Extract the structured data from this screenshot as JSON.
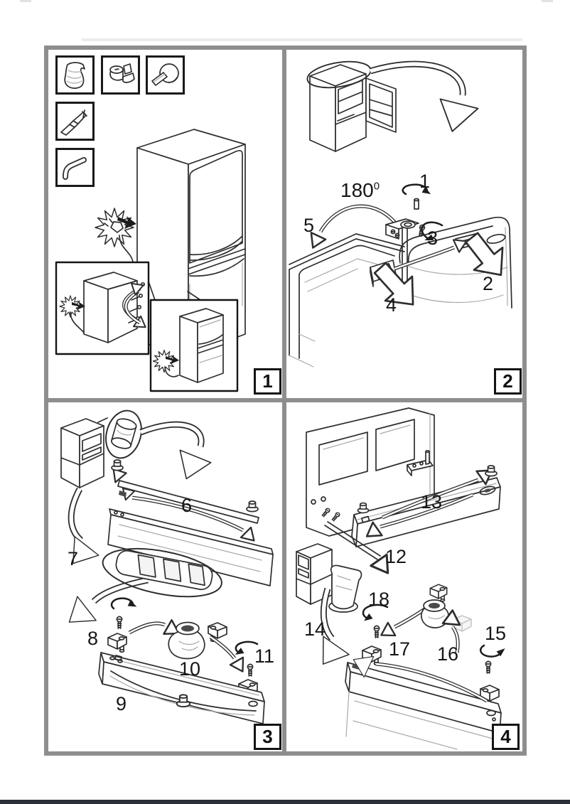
{
  "page": {
    "background": "#ffffff",
    "frame_color": "#8e8e8e",
    "footer_bar_color": "#2b3036"
  },
  "panels": {
    "p1": {
      "label": "1",
      "tools": [
        "cloth",
        "hinge-bushing-tool",
        "disc-spanner-tool",
        "phillips-screwdriver",
        "hex-key"
      ]
    },
    "p2": {
      "label": "2",
      "rotation_value": "180",
      "rotation_sup": "0",
      "steps": [
        "1",
        "2",
        "3",
        "4",
        "5"
      ]
    },
    "p3": {
      "label": "3",
      "steps": [
        "6",
        "7",
        "8",
        "9",
        "10",
        "11"
      ]
    },
    "p4": {
      "label": "4",
      "steps": [
        "12",
        "13",
        "14",
        "15",
        "16",
        "17",
        "18"
      ]
    }
  }
}
